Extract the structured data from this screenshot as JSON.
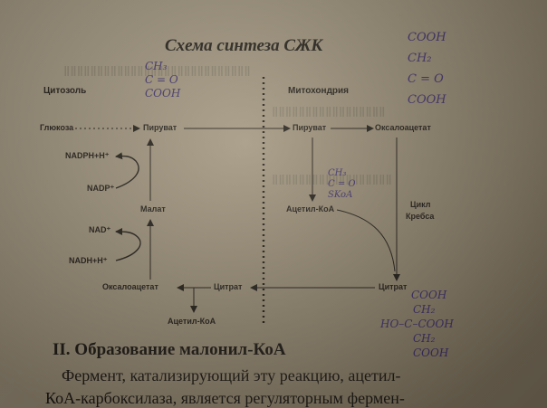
{
  "title": "Схема синтеза СЖК",
  "cytosol": "Цитозоль",
  "mito": "Митохондрия",
  "glucose": "Глюкоза",
  "pyruvate_c": "Пируват",
  "pyruvate_m": "Пируват",
  "oxalo_m": "Оксалоацетат",
  "nadph": "NADPH+H⁺",
  "nadp": "NADP⁺",
  "malate": "Малат",
  "nad": "NAD⁺",
  "nadh": "NADH+H⁺",
  "acetylcoa_m": "Ацетил-КоА",
  "krebs1": "Цикл",
  "krebs2": "Кребса",
  "oxalo_c": "Оксалоацетат",
  "citrate_c": "Цитрат",
  "citrate_m": "Цитрат",
  "acetylcoa_c": "Ацетил-КоА",
  "section": "II. Образование малонил-КоА",
  "line1": "Фермент, катализирующий эту реакцию, ацетил-",
  "line2": "КоА-карбоксилаза, является регуляторным фермен-",
  "hw1": [
    "CH₃",
    "C = O",
    "COOH"
  ],
  "hw2": [
    "COOH",
    "CH₂",
    "C = O",
    "COOH"
  ],
  "hw3": [
    "CH₃",
    "C = O",
    "SKoA"
  ],
  "hw4": [
    "COOH",
    "CH₂",
    "HO–C–COOH",
    "CH₂",
    "COOH"
  ]
}
